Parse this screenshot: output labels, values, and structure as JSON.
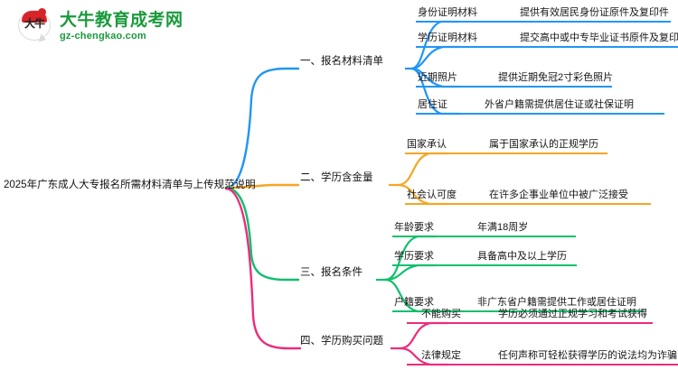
{
  "logo": {
    "mark_text": "大牛",
    "title": "大牛教育成考网",
    "subtitle": "gz-chengkao.com",
    "brand_green": "#1a9a3c",
    "brand_red": "#d8232a"
  },
  "mindmap": {
    "root": "2025年广东成人大专报名所需材料清单与上传规范说明",
    "branches": [
      {
        "label": "一、报名材料清单",
        "color": "#2196f3",
        "items": [
          {
            "key": "身份证明材料",
            "value": "提供有效居民身份证原件及复印件"
          },
          {
            "key": "学历证明材料",
            "value": "提交高中或中专毕业证书原件及复印件"
          },
          {
            "key": "近期照片",
            "value": "提供近期免冠2寸彩色照片"
          },
          {
            "key": "居住证",
            "value": "外省户籍需提供居住证或社保证明"
          }
        ]
      },
      {
        "label": "二、学历含金量",
        "color": "#f5a623",
        "items": [
          {
            "key": "国家承认",
            "value": "属于国家承认的正规学历"
          },
          {
            "key": "社会认可度",
            "value": "在许多企事业单位中被广泛接受"
          }
        ]
      },
      {
        "label": "三、报名条件",
        "color": "#10bf6d",
        "items": [
          {
            "key": "年龄要求",
            "value": "年满18周岁"
          },
          {
            "key": "学历要求",
            "value": "具备高中及以上学历"
          },
          {
            "key": "户籍要求",
            "value": "非广东省户籍需提供工作或居住证明"
          }
        ]
      },
      {
        "label": "四、学历购买问题",
        "color": "#ee2b7b",
        "items": [
          {
            "key": "不能购买",
            "value": "学历必须通过正规学习和考试获得"
          },
          {
            "key": "法律规定",
            "value": "任何声称可轻松获得学历的说法均为诈骗"
          }
        ]
      }
    ]
  }
}
